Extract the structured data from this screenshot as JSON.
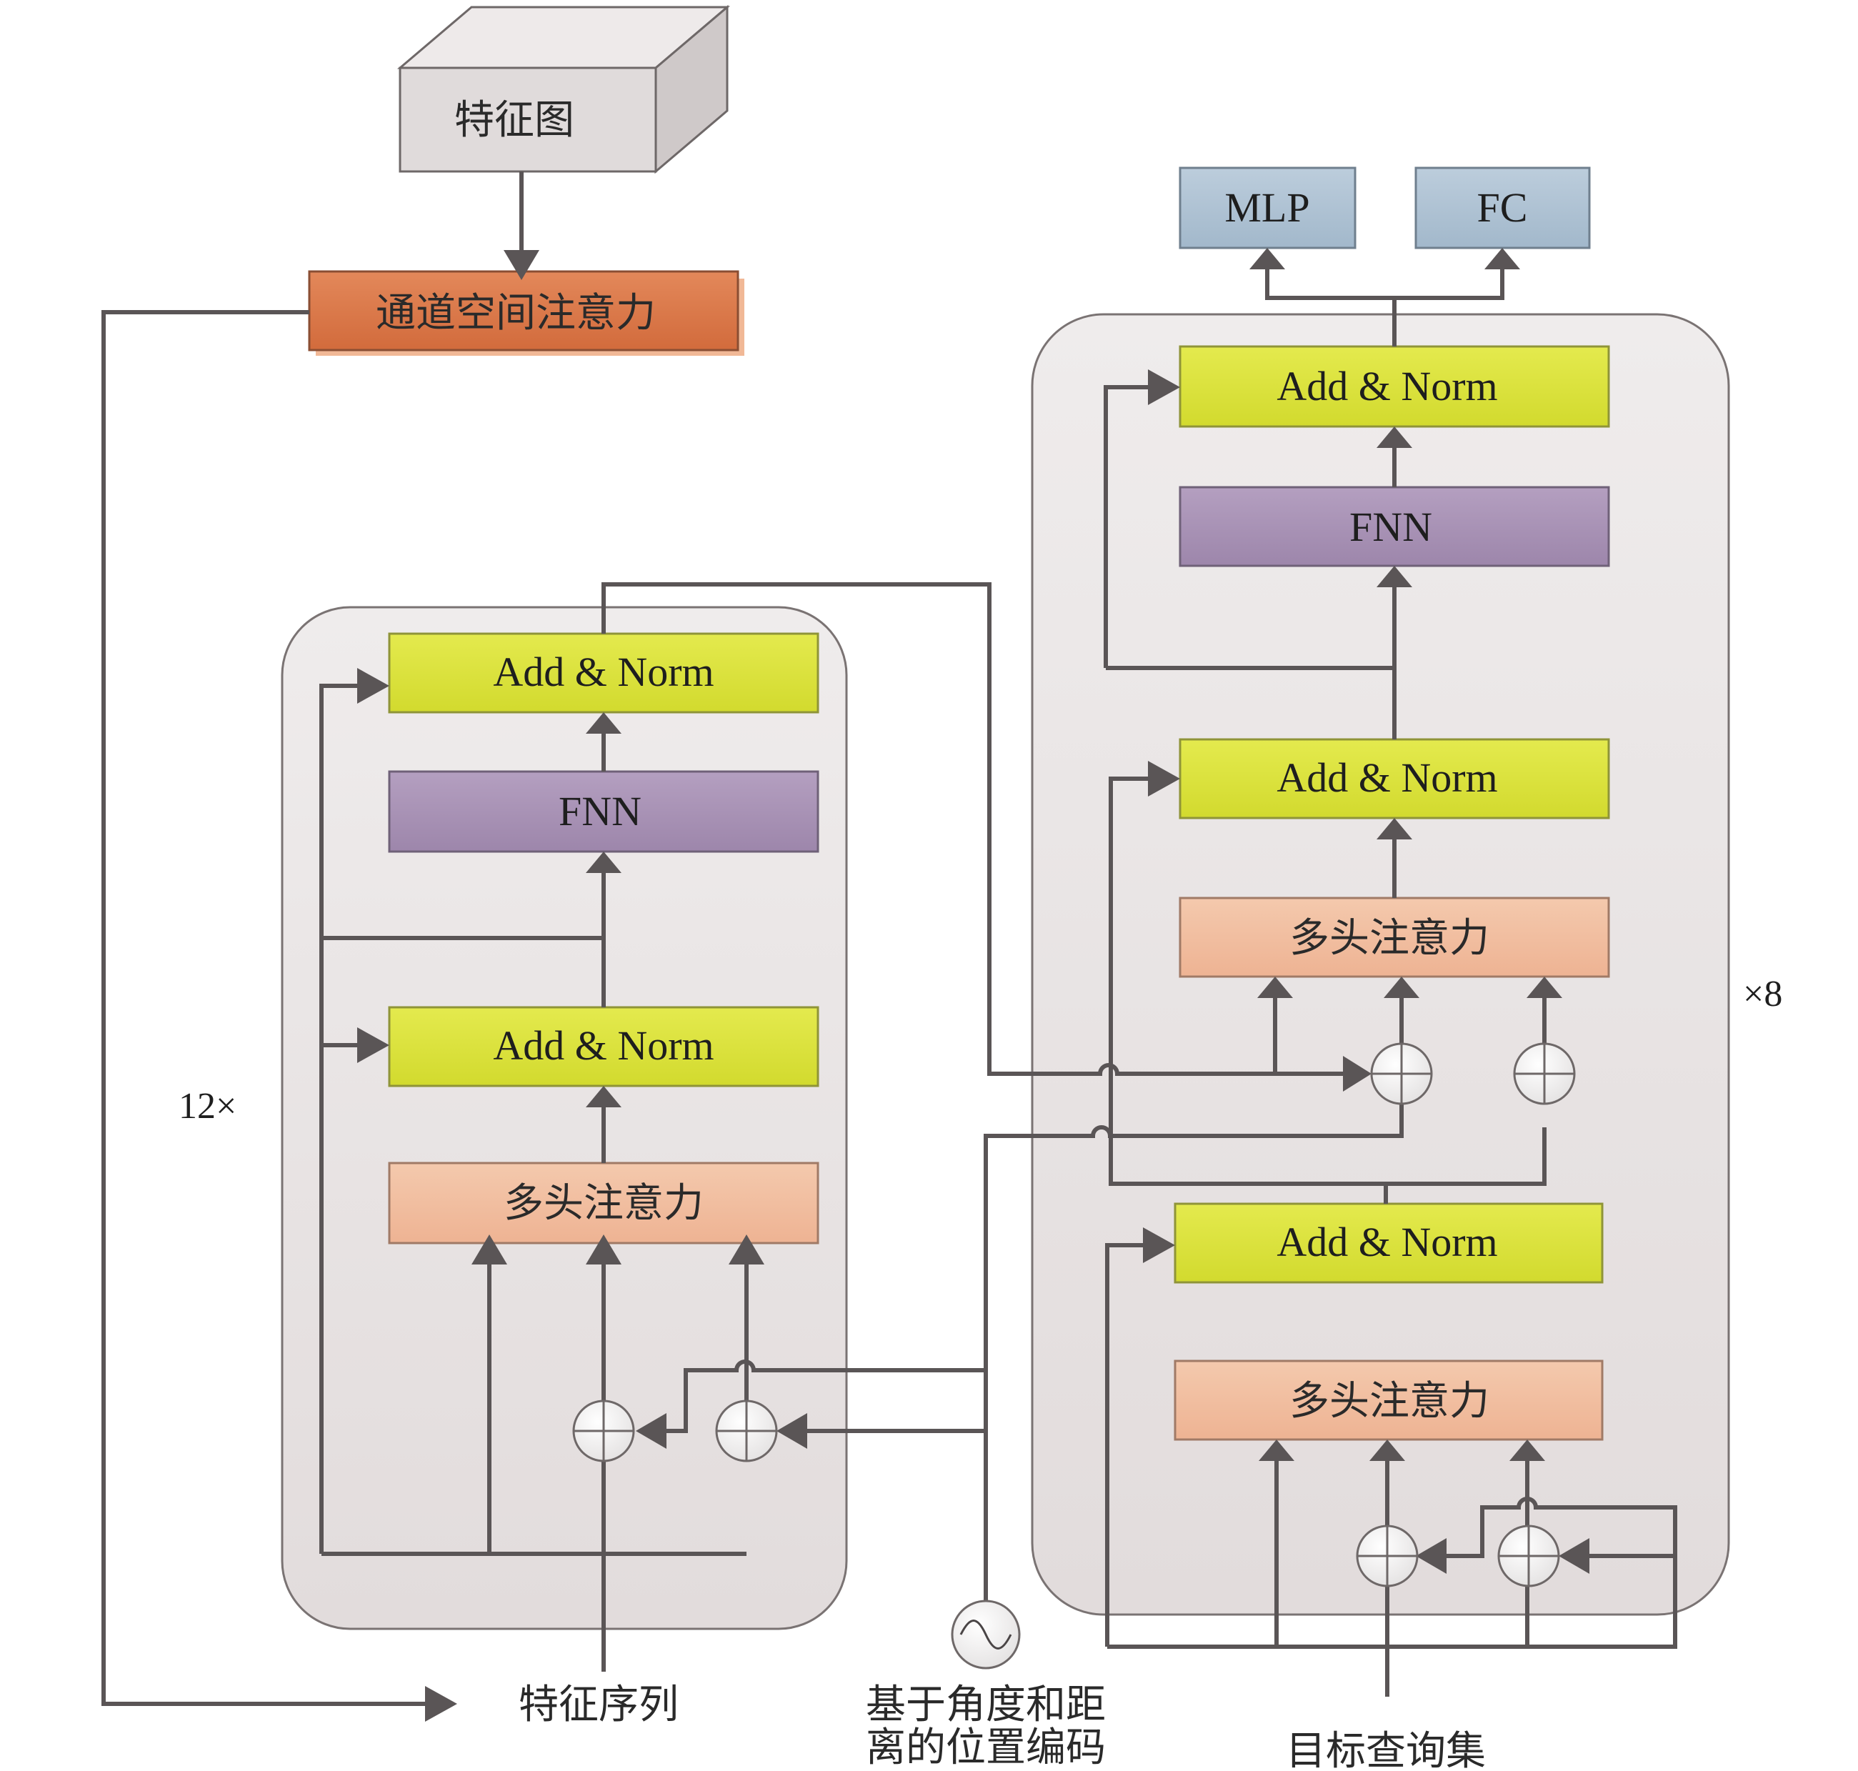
{
  "feature_map": {
    "label": "特征图"
  },
  "channel_spatial_attention": {
    "label": "通道空间注意力"
  },
  "encoder": {
    "repeat_label": "12×",
    "add_norm_top": "Add & Norm",
    "fnn": "FNN",
    "add_norm_mid": "Add & Norm",
    "multi_head_attention": "多头注意力"
  },
  "decoder": {
    "repeat_label": "×8",
    "add_norm_top": "Add & Norm",
    "fnn": "FNN",
    "add_norm_upper": "Add & Norm",
    "multi_head_attention_upper": "多头注意力",
    "add_norm_lower": "Add & Norm",
    "multi_head_attention_lower": "多头注意力"
  },
  "heads": {
    "mlp": "MLP",
    "fc": "FC"
  },
  "inputs": {
    "feature_sequence": "特征序列",
    "position_encoding_line1": "基于角度和距",
    "position_encoding_line2": "离的位置编码",
    "target_queries": "目标查询集"
  },
  "colors": {
    "container": "#e8e4e4",
    "add_norm": "#dde43a",
    "fnn": "#a892b4",
    "attention": "#f1bea0",
    "channel_attention": "#d9784a",
    "head_box": "#aec2d4",
    "feature_map": "#e0dbdb",
    "wire": "#5a5556"
  }
}
